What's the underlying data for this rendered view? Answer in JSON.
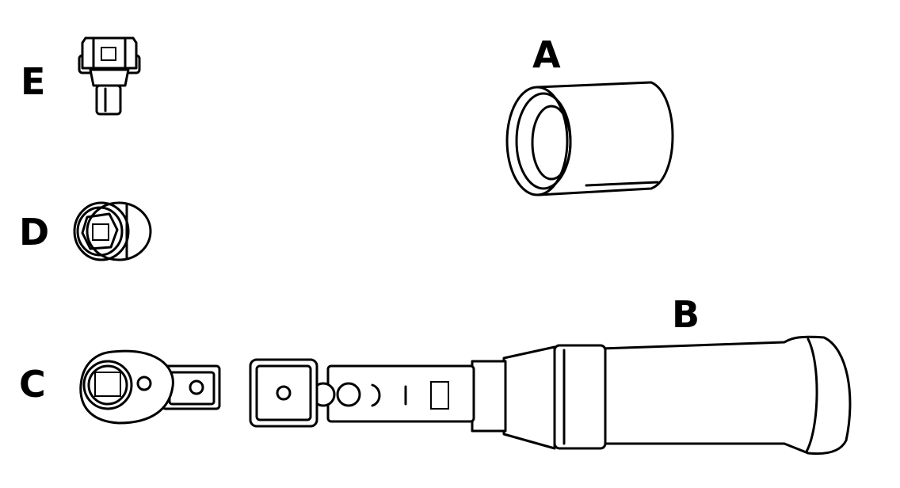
{
  "labels": {
    "a": "A",
    "b": "B",
    "c": "C",
    "d": "D",
    "e": "E"
  },
  "parts": {
    "a": "socket-sleeve",
    "b": "torque-wrench",
    "c": "ratchet-head",
    "d": "socket-small",
    "e": "hex-adapter-bit"
  }
}
